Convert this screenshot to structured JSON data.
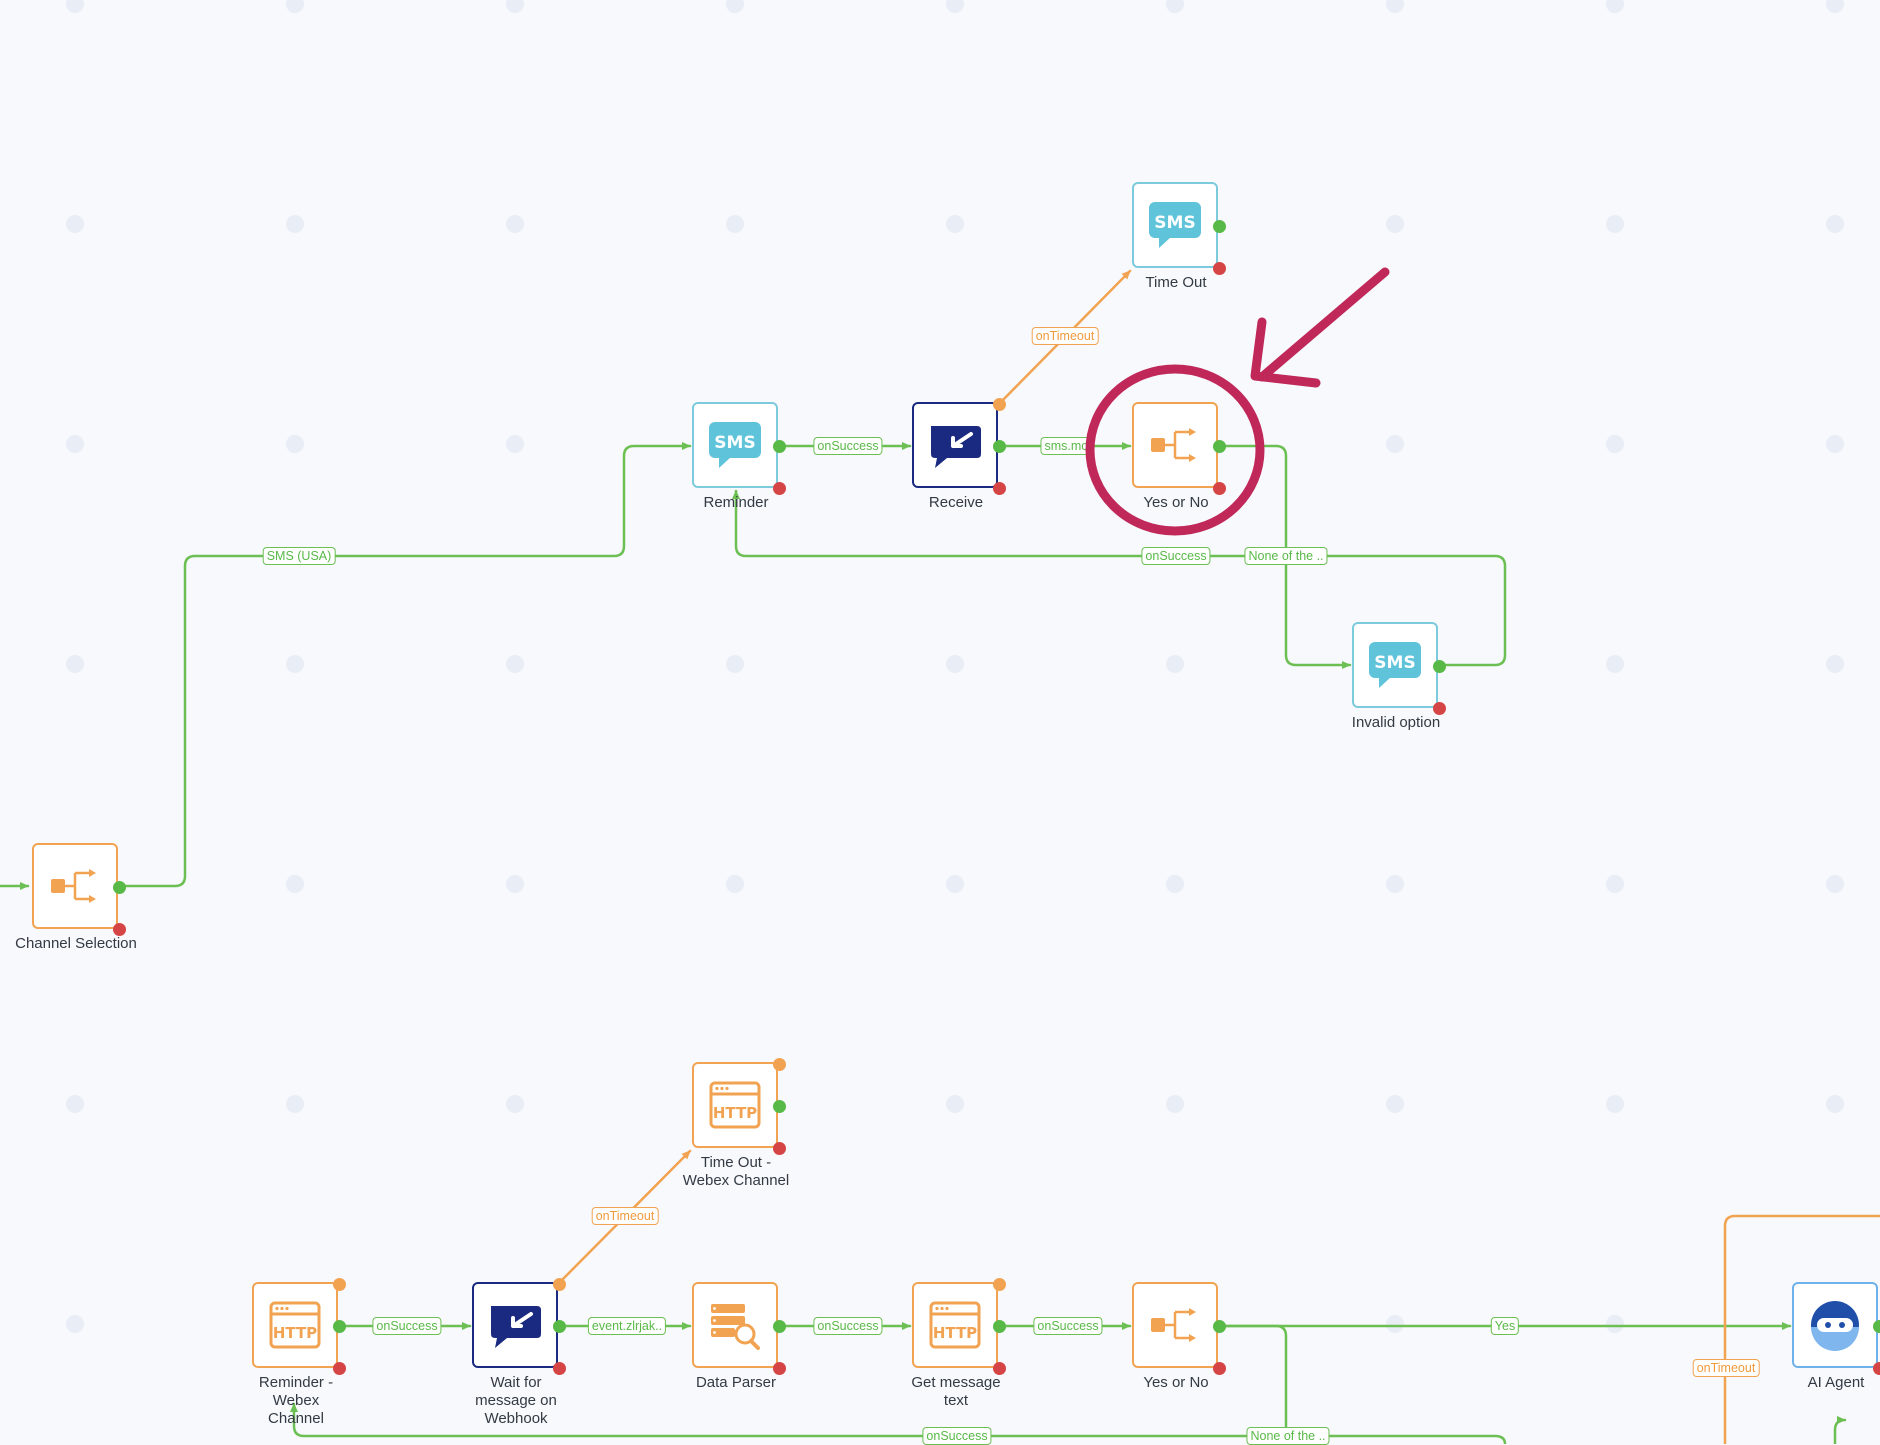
{
  "canvas": {
    "background": "#f7f9fc"
  },
  "colors": {
    "success_wire": "#6cbf52",
    "timeout_wire": "#f2a352",
    "error_port": "#d64545",
    "sms_accent": "#5fc3d9",
    "navy_accent": "#1a2a80",
    "annotation": "#c0285a"
  },
  "nodes": {
    "channel_selection": {
      "label": "Channel Selection",
      "icon": "case-branch-icon"
    },
    "reminder": {
      "label": "Reminder",
      "icon": "sms-icon"
    },
    "receive": {
      "label": "Receive",
      "icon": "receive-message-icon"
    },
    "time_out": {
      "label": "Time Out",
      "icon": "sms-icon"
    },
    "yes_or_no": {
      "label": "Yes or No",
      "icon": "case-branch-icon"
    },
    "invalid_option": {
      "label": "Invalid option",
      "icon": "sms-icon"
    },
    "reminder_webex": {
      "label": "Reminder - Webex Channel",
      "icon": "http-icon"
    },
    "wait_webhook": {
      "label": "Wait for message on Webhook",
      "icon": "receive-message-icon"
    },
    "time_out_webex": {
      "label": "Time Out - Webex Channel",
      "icon": "http-icon"
    },
    "data_parser": {
      "label": "Data Parser",
      "icon": "data-parser-icon"
    },
    "get_message_text": {
      "label": "Get message text",
      "icon": "http-icon"
    },
    "yes_or_no_2": {
      "label": "Yes or No",
      "icon": "case-branch-icon"
    },
    "ai_agent": {
      "label": "AI Agent",
      "icon": "ai-agent-icon"
    }
  },
  "icon_text": {
    "sms": "SMS",
    "http": "HTTP"
  },
  "edges": {
    "sms_usa": "SMS (USA)",
    "reminder_on_success": "onSuccess",
    "receive_on_timeout": "onTimeout",
    "receive_sms": "sms.mc",
    "invalid_on_success": "onSuccess",
    "none_of_the": "None of the ..",
    "webex_on_success": "onSuccess",
    "wait_on_timeout": "onTimeout",
    "event": "event.zlrjak..",
    "parser_on_success": "onSuccess",
    "get_on_success": "onSuccess",
    "yes": "Yes",
    "ai_on_timeout": "onTimeout",
    "bottom_on_success": "onSuccess",
    "bottom_none_of_the": "None of the .."
  },
  "annotation": {
    "shape": "circle-with-arrow",
    "target": "yes_or_no"
  }
}
